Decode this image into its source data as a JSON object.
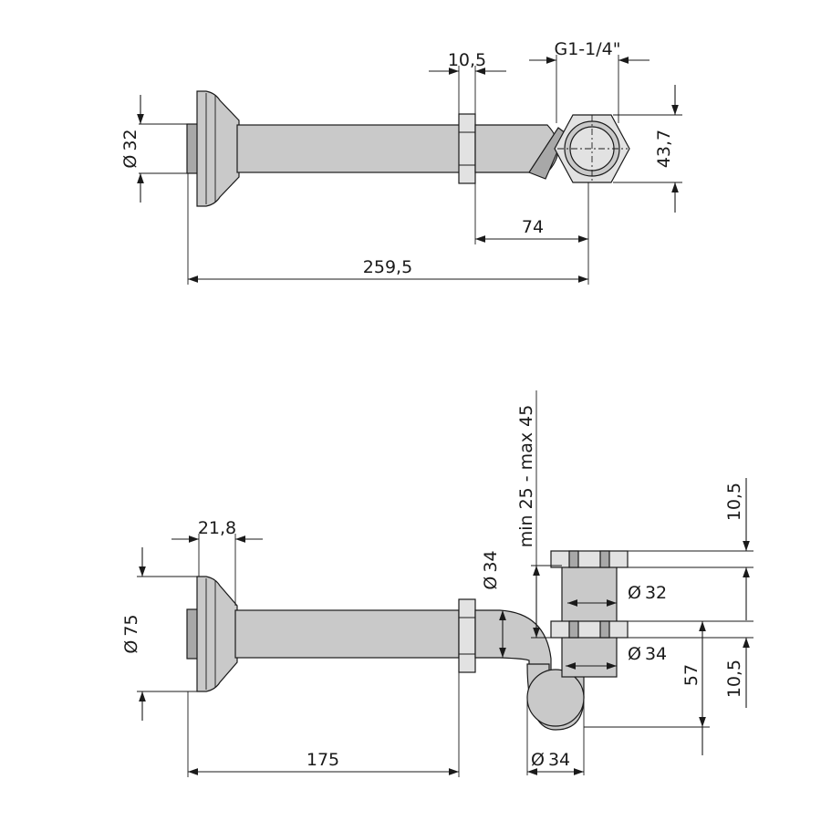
{
  "top_view": {
    "dims": {
      "diameter_32": "32",
      "length_259_5": "259,5",
      "nut_10_5": "10,5",
      "thread": "G1-1/4\"",
      "height_43_7": "43,7",
      "offset_74": "74"
    }
  },
  "side_view": {
    "dims": {
      "diameter_75": "75",
      "flange_21_8": "21,8",
      "length_175": "175",
      "diameter_34_inlet": "34",
      "diameter_32": "32",
      "diameter_34_outlet": "34",
      "diameter_34_trap": "34",
      "adjust_range": "min 25 - max 45",
      "top_10_5": "10,5",
      "bottom_10_5": "10,5",
      "height_57": "57"
    }
  },
  "symbols": {
    "diameter": "Ø"
  }
}
